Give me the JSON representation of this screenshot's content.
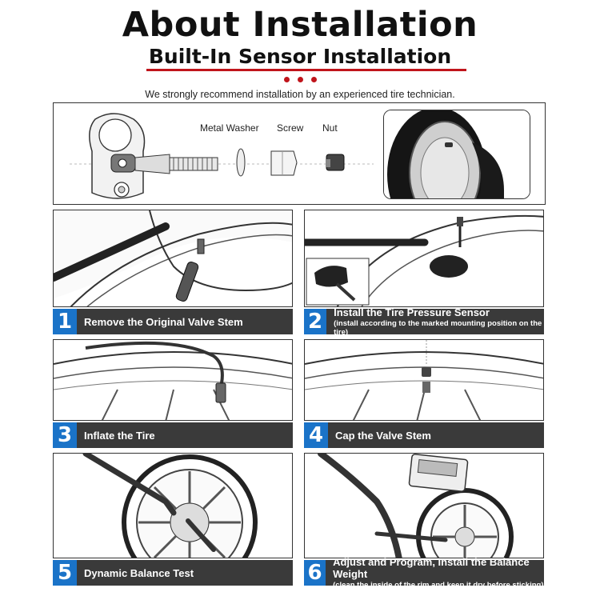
{
  "header": {
    "title": "About Installation",
    "subtitle": "Built-In Sensor Installation",
    "recommendation": "We strongly recommend installation by an experienced tire technician."
  },
  "parts": {
    "washer_label": "Metal Washer",
    "screw_label": "Screw",
    "nut_label": "Nut"
  },
  "steps": [
    {
      "number": "1",
      "label": "Remove the Original Valve Stem",
      "note": ""
    },
    {
      "number": "2",
      "label": "Install the Tire Pressure Sensor",
      "note": "(install according to the marked mounting position on the tire)"
    },
    {
      "number": "3",
      "label": "Inflate the Tire",
      "note": ""
    },
    {
      "number": "4",
      "label": "Cap the Valve Stem",
      "note": ""
    },
    {
      "number": "5",
      "label": "Dynamic Balance Test",
      "note": ""
    },
    {
      "number": "6",
      "label": "Adjust and Program, Install the Balance Weight",
      "note": "(clean the inside of the rim and keep it dry before sticking)"
    }
  ],
  "colors": {
    "accent_red": "#c0141b",
    "step_blue": "#1a73c8",
    "bar_dark": "#3a3a3a"
  }
}
